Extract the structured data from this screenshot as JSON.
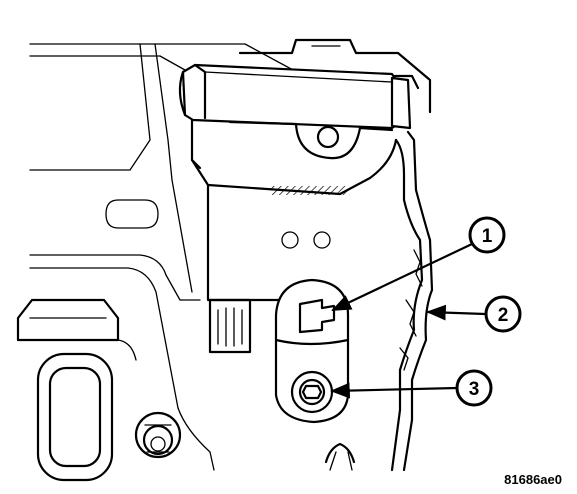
{
  "callouts": [
    {
      "label": "1"
    },
    {
      "label": "2"
    },
    {
      "label": "3"
    }
  ],
  "figure_code": "81686ae0",
  "colors": {
    "line": "#000000",
    "background": "#ffffff"
  }
}
